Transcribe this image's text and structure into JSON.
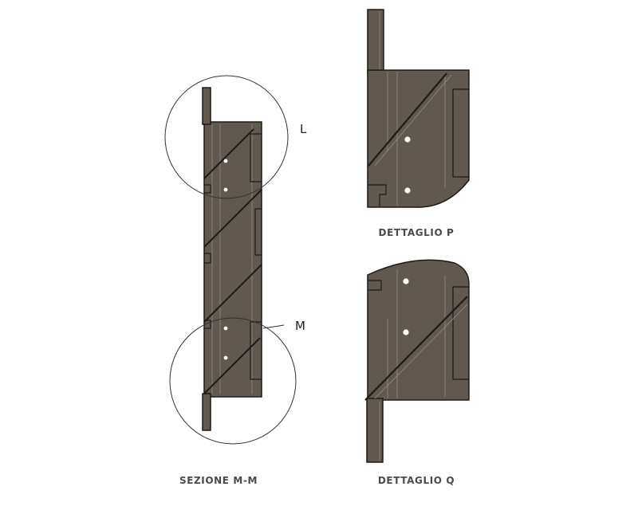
{
  "labels": {
    "section_caption": "SEZIONE M-M",
    "detail_p_caption": "DETTAGLIO P",
    "detail_q_caption": "DETTAGLIO Q",
    "circle_top_letter": "L",
    "circle_bottom_letter": "M"
  },
  "colors": {
    "body": "#615850",
    "outline": "#1e1b19",
    "inner_line": "#8a8178",
    "hole": "#ffffff",
    "circle": "#333333"
  }
}
